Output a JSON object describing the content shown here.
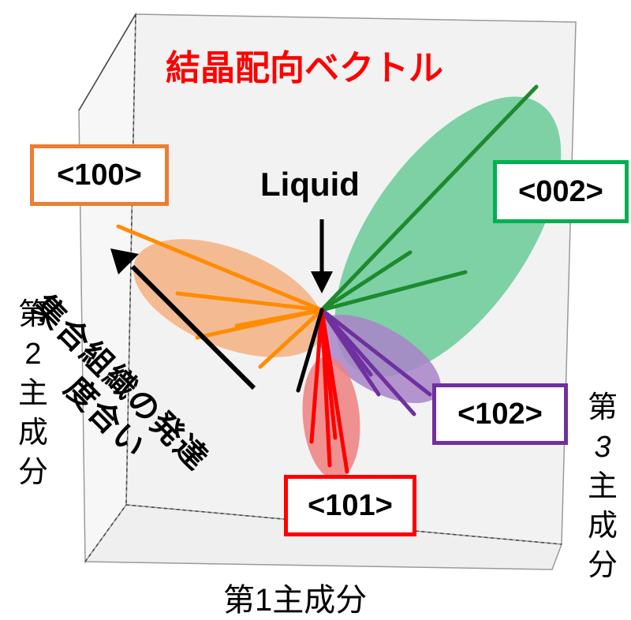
{
  "title": {
    "text": "結晶配向ベクトル",
    "color": "#ff0000"
  },
  "liquid_label": "Liquid",
  "arrow_caption_line1": [
    "集",
    "合",
    "組",
    "織",
    "の",
    "発",
    "達"
  ],
  "arrow_caption_line2": [
    "度",
    "合",
    "い"
  ],
  "axes": {
    "pc1": "第1主成分",
    "pc2": [
      "第",
      "2",
      "主",
      "成",
      "分"
    ],
    "pc3": [
      "第",
      "3",
      "主",
      "成",
      "分"
    ]
  },
  "clusters": [
    {
      "id": "100",
      "label": "<100>",
      "color": "#ed7d31",
      "fill": "#f4b183"
    },
    {
      "id": "002",
      "label": "<002>",
      "color": "#00b050",
      "fill": "#5fc891"
    },
    {
      "id": "102",
      "label": "<102>",
      "color": "#7030a0",
      "fill": "#a984c8"
    },
    {
      "id": "101",
      "label": "<101>",
      "color": "#ff0000",
      "fill": "#f08080"
    }
  ]
}
